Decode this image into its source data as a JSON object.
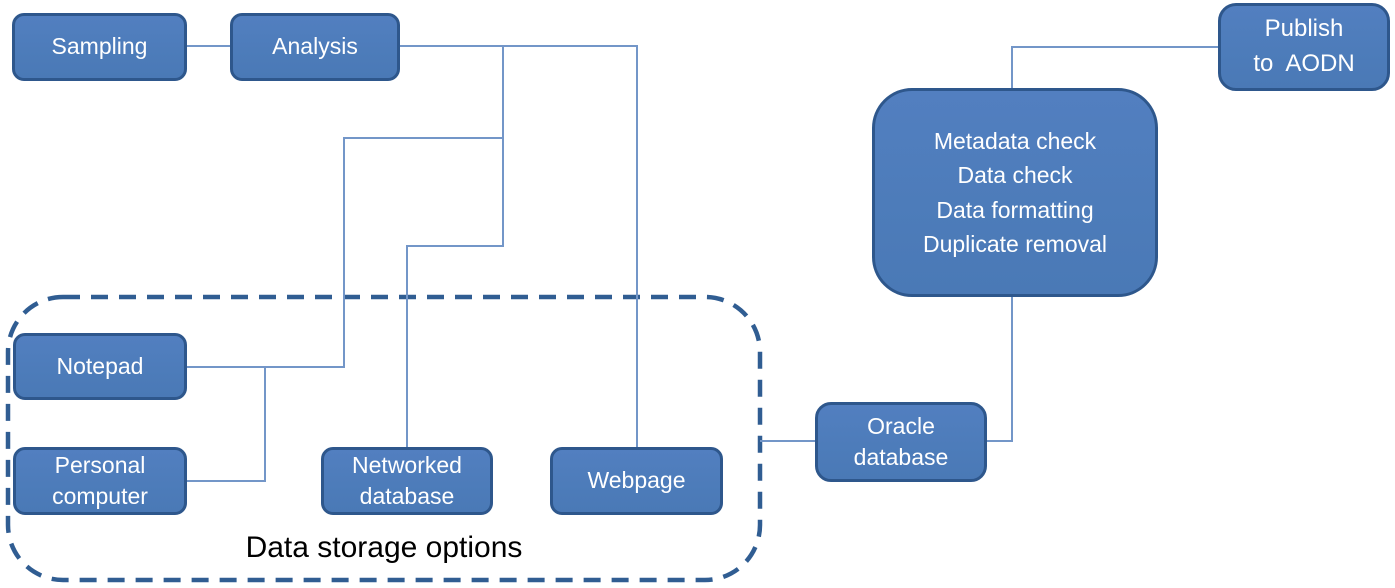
{
  "nodes": {
    "sampling": {
      "lines": [
        "Sampling"
      ]
    },
    "analysis": {
      "lines": [
        "Analysis"
      ]
    },
    "notepad": {
      "lines": [
        "Notepad"
      ]
    },
    "personal_computer": {
      "lines": [
        "Personal",
        "computer"
      ]
    },
    "networked_database": {
      "lines": [
        "Networked",
        "database"
      ]
    },
    "webpage": {
      "lines": [
        "Webpage"
      ]
    },
    "oracle_database": {
      "lines": [
        "Oracle",
        "database"
      ]
    },
    "processing": {
      "lines": [
        "Metadata check",
        "Data check",
        "Data formatting",
        "Duplicate removal"
      ]
    },
    "publish_to_aodn": {
      "lines": [
        "Publish",
        "to  AODN"
      ]
    }
  },
  "container": {
    "label": "Data storage options",
    "members": [
      "Notepad",
      "Personal computer",
      "Networked database",
      "Webpage"
    ]
  },
  "edges": [
    {
      "from": "Sampling",
      "to": "Analysis"
    },
    {
      "from": "Analysis",
      "to": "Notepad"
    },
    {
      "from": "Analysis",
      "to": "Personal computer"
    },
    {
      "from": "Analysis",
      "to": "Networked database"
    },
    {
      "from": "Analysis",
      "to": "Webpage"
    },
    {
      "from": "Notepad",
      "to": "Personal computer"
    },
    {
      "from": "Data storage options",
      "to": "Oracle database"
    },
    {
      "from": "Oracle database",
      "to": "Processing (Metadata check / Data check / Data formatting / Duplicate removal)"
    },
    {
      "from": "Processing (Metadata check / Data check / Data formatting / Duplicate removal)",
      "to": "Publish to AODN"
    }
  ],
  "colors": {
    "node_fill": "#4d7cba",
    "node_border": "#2e578c",
    "node_text": "#ffffff",
    "connector": "#7396c8",
    "container_dashed_border": "#305d92",
    "caption_text": "#000000",
    "background": "#ffffff"
  }
}
